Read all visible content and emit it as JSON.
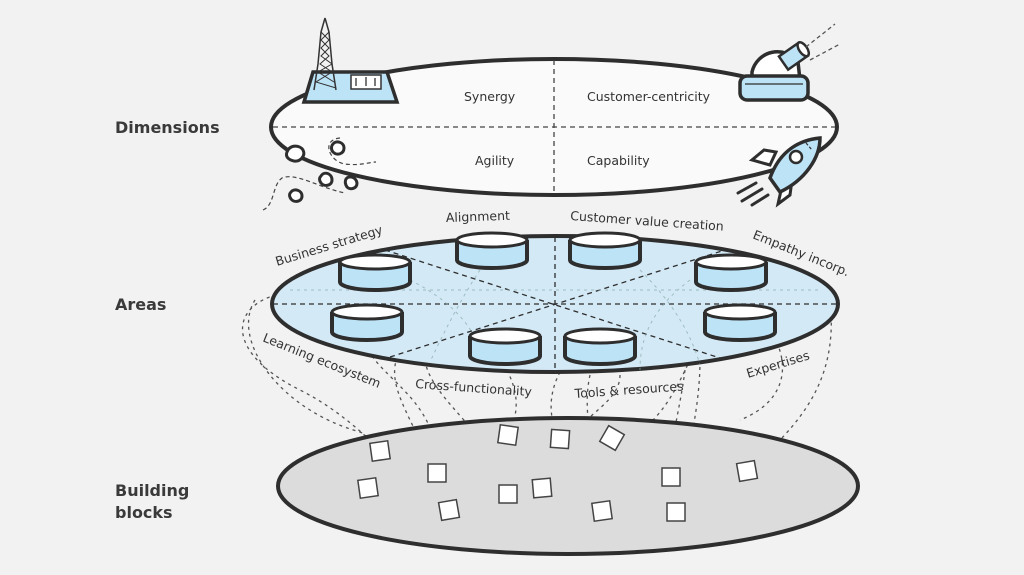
{
  "layers": {
    "dimensions": {
      "label": "Dimensions"
    },
    "areas": {
      "label": "Areas"
    },
    "building_blocks": {
      "label_line1": "Building",
      "label_line2": "blocks"
    }
  },
  "dimensions": {
    "top_left": "Synergy",
    "top_right": "Customer-centricity",
    "bottom_left": "Agility",
    "bottom_right": "Capability"
  },
  "areas": {
    "business_strategy": "Business strategy",
    "alignment": "Alignment",
    "customer_value_creation": "Customer value creation",
    "empathy": "Empathy incorp.",
    "learning_ecosystem": "Learning ecosystem",
    "cross_functionality": "Cross-functionality",
    "tools_resources": "Tools & resources",
    "expertises": "Expertises"
  },
  "icons": [
    "radio-tower-icon",
    "control-panel-icon",
    "observatory-icon",
    "rocket-icon",
    "asteroids-icon",
    "cylinder-icon",
    "block-icon"
  ],
  "colors": {
    "background": "#f2f2f2",
    "outline": "#2e2e2e",
    "accent_blue": "#bde3f7",
    "area_fill": "#d3e9f6",
    "dimension_fill": "#fafafa",
    "block_layer_fill": "#dcdcdc",
    "block_fill": "#ffffff"
  }
}
